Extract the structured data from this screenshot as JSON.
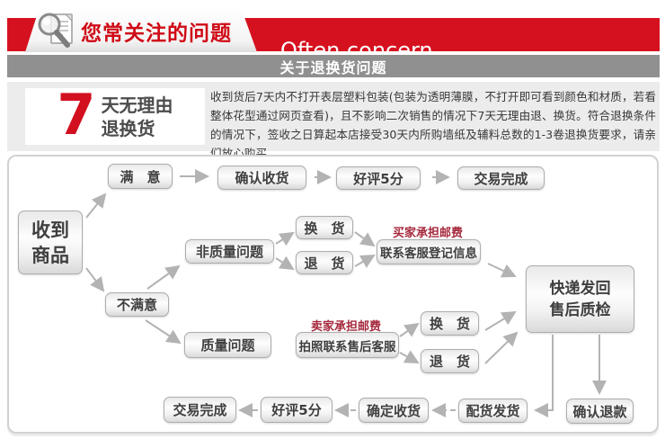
{
  "header": {
    "tab_title": "您常关注的问题",
    "subtitle": "Often concern"
  },
  "section_bar": {
    "title": "关于退换货问题"
  },
  "policy": {
    "big_number": "7",
    "bold_line1": "天无理由",
    "bold_line2": "退换货",
    "description": "收到货后7天内不打开表层塑料包装(包装为透明薄膜，不打开即可看到颜色和材质，若看整体花型通过网页查看)，且不影响二次销售的情况下7天无理由退、换货。符合退换条件的情况下，签收之日算起本店接受30天内所购墙纸及辅料总数的1-3卷退换货要求，请亲们放心购买。"
  },
  "flowchart": {
    "received_l1": "收到",
    "received_l2": "商品",
    "satisfied": "满　意",
    "confirm_receipt": "确认收货",
    "praise_top": "好评5分",
    "complete_top": "交易完成",
    "non_quality": "非质量问题",
    "exchange_1": "换　货",
    "return_1": "退　货",
    "buyer_pays": "买家承担邮费",
    "contact_cs": "联系客服登记信息",
    "unsatisfied": "不满意",
    "quality": "质量问题",
    "seller_pays": "卖家承担邮费",
    "photo_cs": "拍照联系售后客服",
    "exchange_2": "换　货",
    "return_2": "退　货",
    "qc_l1": "快递发回",
    "qc_l2": "售后质检",
    "complete_bottom": "交易完成",
    "praise_bottom": "好评5分",
    "confirm_goods_bottom": "确定收货",
    "dispatch_bottom": "配货发货",
    "refund_bottom": "确认退款"
  },
  "colors": {
    "banner_red": "#d6111f",
    "title_red": "#cf0a16",
    "section_bar_gray": "#909090",
    "flow_label_red": "#a5293d",
    "arrow_gray": "#b3b3b3"
  }
}
